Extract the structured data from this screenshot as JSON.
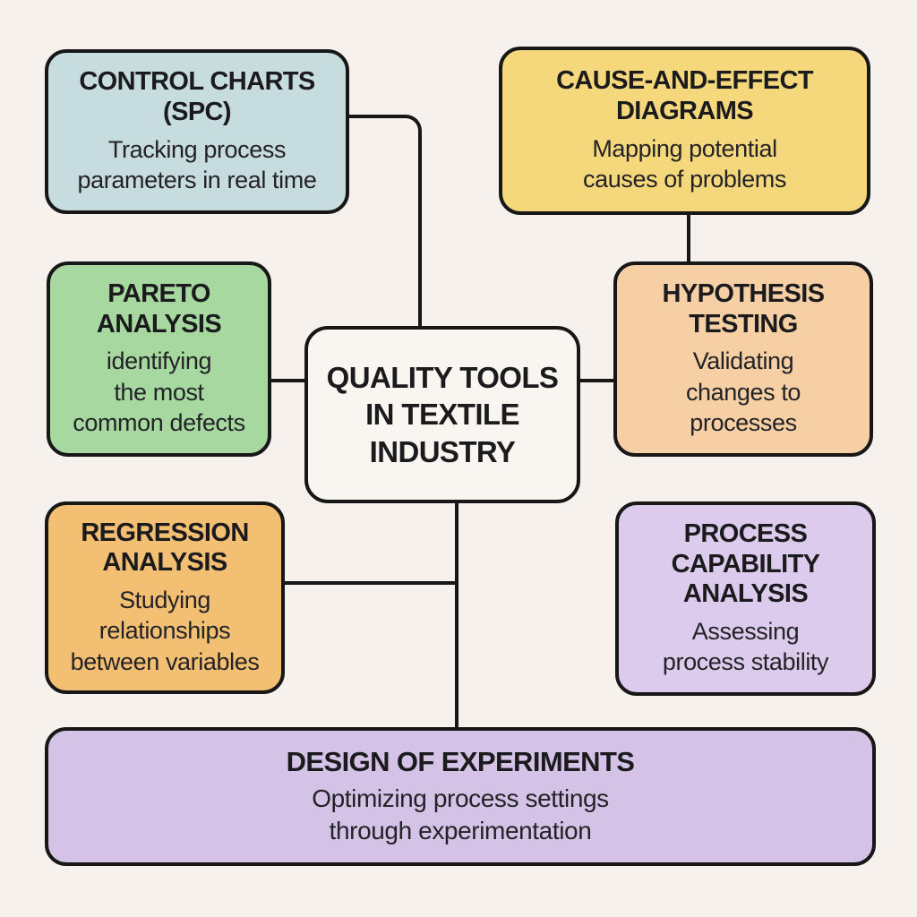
{
  "canvas": {
    "background": "#f6f1ec",
    "line_color": "#171717"
  },
  "center_node": {
    "title": "QUALITY TOOLS\nIN TEXTILE\nINDUSTRY",
    "bg": "#f9f5f1"
  },
  "nodes": [
    {
      "id": "control-charts-spc",
      "title": "CONTROL CHARTS\n(SPC)",
      "desc": "Tracking process\nparameters in real time",
      "bg": "#c7dcdf"
    },
    {
      "id": "cause-and-effect-diagrams",
      "title": "CAUSE-AND-EFFECT\nDIAGRAMS",
      "desc": "Mapping potential\ncauses of problems",
      "bg": "#f6d87c"
    },
    {
      "id": "pareto-analysis",
      "title": "PARETO\nANALYSIS",
      "desc": "identifying\nthe most\ncommon defects",
      "bg": "#a7d8a0"
    },
    {
      "id": "hypothesis-testing",
      "title": "HYPOTHESIS\nTESTING",
      "desc": "Validating\nchanges to\nprocesses",
      "bg": "#f6cfa4"
    },
    {
      "id": "regression-analysis",
      "title": "REGRESSION\nANALYSIS",
      "desc": "Studying\nrelationships\nbetween variables",
      "bg": "#f2bf73"
    },
    {
      "id": "process-capability-analysis",
      "title": "PROCESS\nCAPABILITY\nANALYSIS",
      "desc": "Assessing\nprocess stability",
      "bg": "#dccbec"
    },
    {
      "id": "design-of-experiments",
      "title": "DESIGN OF EXPERIMENTS",
      "desc": "Optimizing process settings\nthrough experimentation",
      "bg": "#d5c2e7"
    }
  ]
}
